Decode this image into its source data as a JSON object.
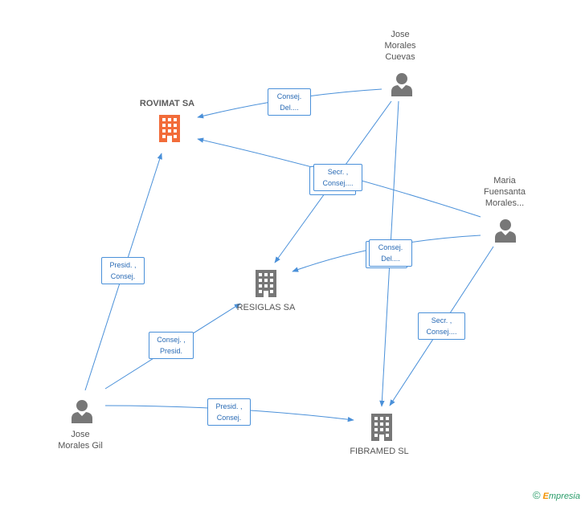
{
  "nodes": {
    "rovimat": {
      "name": "ROVIMAT SA",
      "icon": "building-icon",
      "color": "#f26c3a"
    },
    "resiglas": {
      "name": "RESIGLAS SA",
      "icon": "building-icon",
      "color": "#777777"
    },
    "fibramed": {
      "name": "FIBRAMED SL",
      "icon": "building-icon",
      "color": "#777777"
    },
    "jose_cuevas": {
      "line1": "Jose",
      "line2": "Morales",
      "line3": "Cuevas",
      "icon": "person-icon",
      "color": "#777777"
    },
    "maria": {
      "line1": "Maria",
      "line2": "Fuensanta",
      "line3": "Morales...",
      "icon": "person-icon",
      "color": "#777777"
    },
    "jose_gil": {
      "line1": "Jose",
      "line2": "Morales Gil",
      "icon": "person-icon",
      "color": "#777777"
    }
  },
  "edges": {
    "cuevas_rovimat": {
      "line1": "Consej.",
      "line2": "Del...."
    },
    "maria_rovimat": {
      "line1": "Secr. ,",
      "line2": "Consej...."
    },
    "maria_resiglas": {
      "line1": "Consej.",
      "line2": "Del...."
    },
    "maria_fibramed": {
      "line1": "Secr. ,",
      "line2": "Consej...."
    },
    "gil_rovimat": {
      "line1": "Presid. ,",
      "line2": "Consej."
    },
    "gil_resiglas": {
      "line1": "Consej. ,",
      "line2": "Presid."
    },
    "gil_fibramed": {
      "line1": "Presid. ,",
      "line2": "Consej."
    }
  },
  "colors": {
    "edge": "#4a90d9",
    "label_text": "#2a6bb5",
    "brand": "#2a9d6a",
    "brand_e": "#f39200"
  },
  "brand": {
    "copyright": "©",
    "e": "E",
    "rest": "mpresia"
  }
}
